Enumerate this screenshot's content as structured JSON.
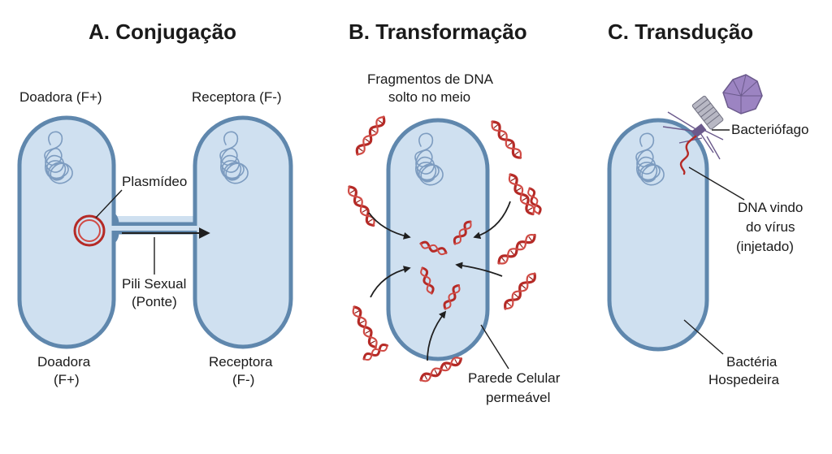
{
  "panels": [
    {
      "title": "A. Conjugação",
      "labels": {
        "donor_top": "Doadora (F+)",
        "recipient_top": "Receptora (F-)",
        "plasmid": "Plasmídeo",
        "pilus_line1": "Pili Sexual",
        "pilus_line2": "(Ponte)",
        "donor_bottom_line1": "Doadora",
        "donor_bottom_line2": "(F+)",
        "recipient_bottom_line1": "Receptora",
        "recipient_bottom_line2": "(F-)"
      }
    },
    {
      "title": "B. Transformação",
      "labels": {
        "fragments_line1": "Fragmentos de DNA",
        "fragments_line2": "solto no meio",
        "wall_line1": "Parede Celular",
        "wall_line2": "permeável"
      }
    },
    {
      "title": "C. Transdução",
      "labels": {
        "phage": "Bacteriófago",
        "viral_dna_line1": "DNA vindo",
        "viral_dna_line2": "do vírus",
        "viral_dna_line3": "(injetado)",
        "host_line1": "Bactéria",
        "host_line2": "Hospedeira"
      }
    }
  ],
  "colors": {
    "cell_fill": "#cfe0f0",
    "cell_outline": "#5f87ad",
    "nucleoid": "#7d9cc0",
    "dna": "#b52a26",
    "phage": "#9c84c2",
    "arrow": "#1f1f1f"
  }
}
